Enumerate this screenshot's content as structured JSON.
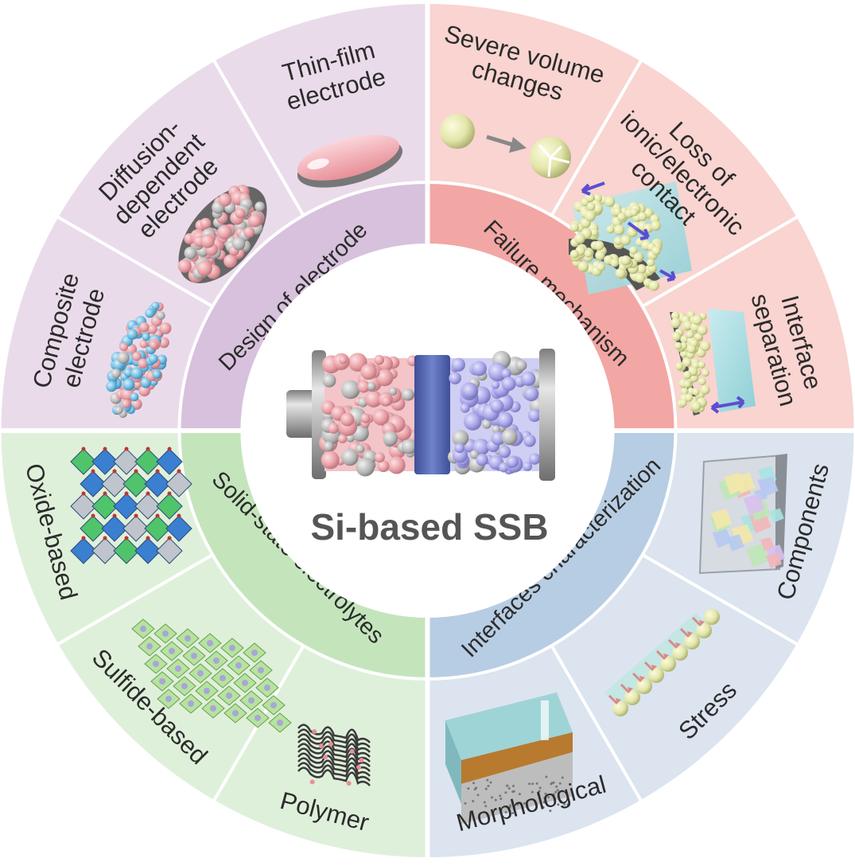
{
  "diagram": {
    "center_title": "Si-based SSB",
    "quadrants": [
      {
        "id": "design",
        "label": "Design of electrode",
        "outer_color": "#eadbeb",
        "inner_color": "#d7c1dd"
      },
      {
        "id": "failure",
        "label": "Failure mechanism",
        "outer_color": "#f9d4d0",
        "inner_color": "#f2a7a4"
      },
      {
        "id": "interfaces",
        "label": "Interfaces characterization",
        "outer_color": "#dbe4ef",
        "inner_color": "#b7cde3"
      },
      {
        "id": "electrolytes",
        "label": "Solid-state electrolytes",
        "outer_color": "#dff0da",
        "inner_color": "#c4e5bc"
      }
    ],
    "outer_items": {
      "thin_film": [
        "Thin-film",
        "electrode"
      ],
      "diffusion": [
        "Diffusion-",
        "dependent",
        "electrode"
      ],
      "composite": [
        "Composite",
        "electrode"
      ],
      "volume": [
        "Severe volume",
        "changes"
      ],
      "contact": [
        "Loss of",
        "ionic/electronic",
        "contact"
      ],
      "separation": [
        "Interface",
        "separation"
      ],
      "components": [
        "Components"
      ],
      "stress": [
        "Stress"
      ],
      "morphological": [
        "Morphological"
      ],
      "oxide": [
        "Oxide-based"
      ],
      "sulfide": [
        "Sulfide-based"
      ],
      "polymer": [
        "Polymer"
      ]
    },
    "colors": {
      "divider": "#ffffff",
      "anode_pink": "#e9a0a6",
      "cathode_purple": "#a8a6e8",
      "separator_blue": "#5c6fb8",
      "metal": "#9a9a9a"
    }
  }
}
